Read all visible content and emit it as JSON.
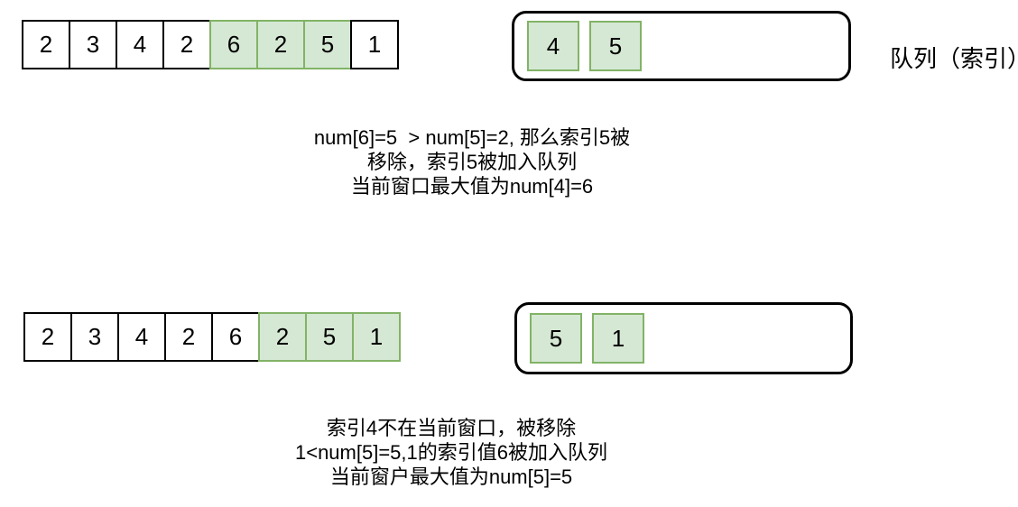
{
  "colors": {
    "background": "#ffffff",
    "line": "#000000",
    "green_fill": "#d5e8d4",
    "green_border": "#82b366"
  },
  "queue_label": "队列（索引）",
  "step1": {
    "array": {
      "values": [
        "2",
        "3",
        "4",
        "2",
        "6",
        "2",
        "5",
        "1"
      ],
      "highlighted_indices": [
        4,
        5,
        6
      ]
    },
    "queue": {
      "items": [
        "4",
        "5"
      ]
    },
    "caption_lines": {
      "0": "num[6]=5  > num[5]=2, 那么索引5被",
      "1": "移除，索引5被加入队列",
      "2": "当前窗口最大值为num[4]=6"
    }
  },
  "step2": {
    "array": {
      "values": [
        "2",
        "3",
        "4",
        "2",
        "6",
        "2",
        "5",
        "1"
      ],
      "highlighted_indices": [
        5,
        6,
        7
      ]
    },
    "queue": {
      "items": [
        "5",
        "1"
      ]
    },
    "caption_lines": {
      "0": "索引4不在当前窗口，被移除",
      "1": "1<num[5]=5,1的索引值6被加入队列",
      "2": "当前窗户最大值为num[5]=5"
    }
  }
}
